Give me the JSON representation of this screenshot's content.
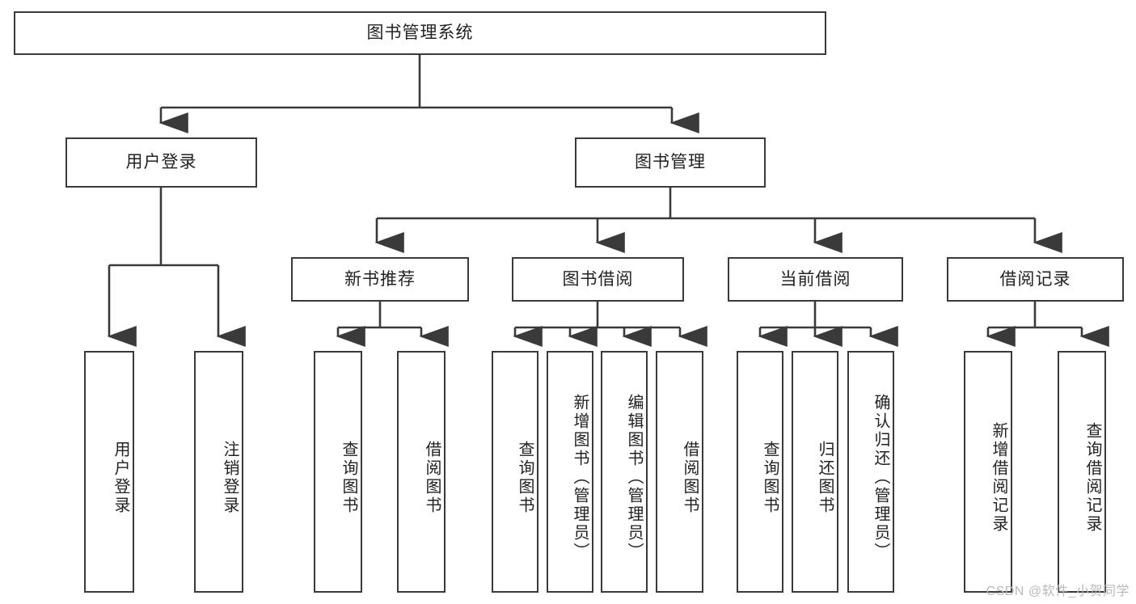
{
  "diagram": {
    "type": "tree",
    "title": "图书管理系统",
    "root": {
      "label": "图书管理系统"
    },
    "level2": [
      {
        "label": "用户登录"
      },
      {
        "label": "图书管理"
      }
    ],
    "level3": [
      {
        "label": "新书推荐"
      },
      {
        "label": "图书借阅"
      },
      {
        "label": "当前借阅"
      },
      {
        "label": "借阅记录"
      }
    ],
    "leaves": {
      "user_login": [
        {
          "label": "用户登录"
        },
        {
          "label": "注销登录"
        }
      ],
      "new_book_recommend": [
        {
          "label": "查询图书"
        },
        {
          "label": "借阅图书"
        }
      ],
      "book_borrow": [
        {
          "label": "查询图书"
        },
        {
          "label": "新增图书（管理员）"
        },
        {
          "label": "编辑图书（管理员）"
        },
        {
          "label": "借阅图书"
        }
      ],
      "current_borrow": [
        {
          "label": "查询图书"
        },
        {
          "label": "归还图书"
        },
        {
          "label": "确认归还（管理员）"
        }
      ],
      "borrow_record": [
        {
          "label": "新增借阅记录"
        },
        {
          "label": "查询借阅记录"
        }
      ]
    }
  },
  "watermark": {
    "text": "CSDN @软件_小贺同学"
  },
  "colors": {
    "border": "#3a3a3a",
    "text": "#222222",
    "background": "#ffffff",
    "watermark": "#b9b9b9"
  }
}
